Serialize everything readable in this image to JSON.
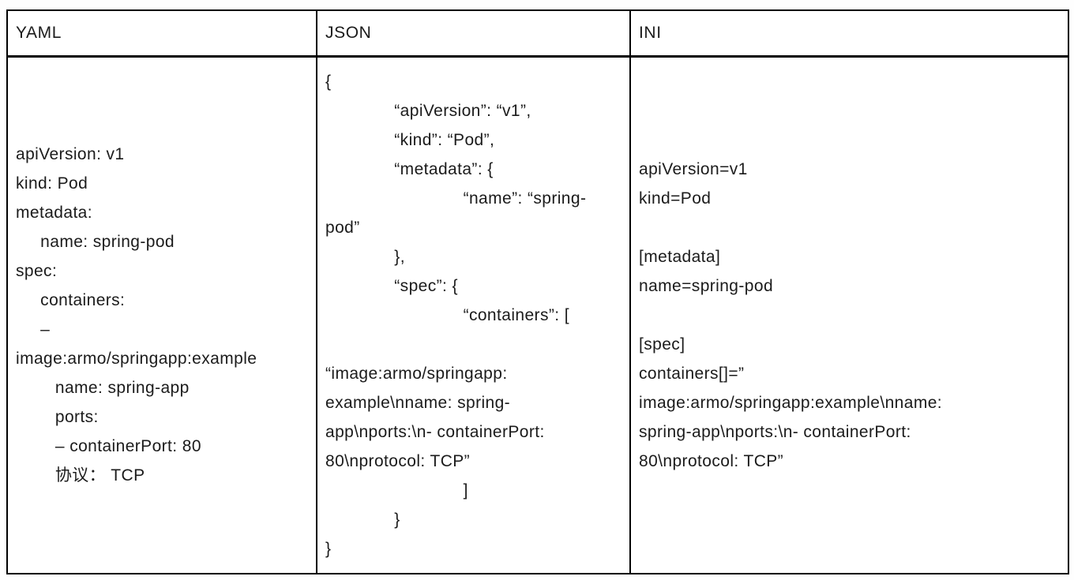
{
  "table": {
    "headers": [
      {
        "label": "YAML"
      },
      {
        "label": "JSON"
      },
      {
        "label": "INI"
      }
    ],
    "cells": {
      "yaml": "apiVersion: v1\nkind: Pod\nmetadata:\n     name: spring-pod\nspec:\n     containers:\n     –\nimage:armo/springapp:example\n        name: spring-app\n        ports:\n        – containerPort: 80\n        协议： TCP",
      "json": "{\n              “apiVersion”: “v1”,\n              “kind”: “Pod”,\n              “metadata”: {\n                            “name”: “spring-\npod”\n              },\n              “spec”: {\n                            “containers”: [\n\n“image:armo/springapp:\nexample\\nname: spring-\napp\\nports:\\n- containerPort:\n80\\nprotocol: TCP”\n                            ]\n              }\n}",
      "ini": "apiVersion=v1\nkind=Pod\n\n[metadata]\nname=spring-pod\n\n[spec]\ncontainers[]=”\nimage:armo/springapp:example\\nname:\nspring-app\\nports:\\n- containerPort:\n80\\nprotocol: TCP”"
    }
  }
}
